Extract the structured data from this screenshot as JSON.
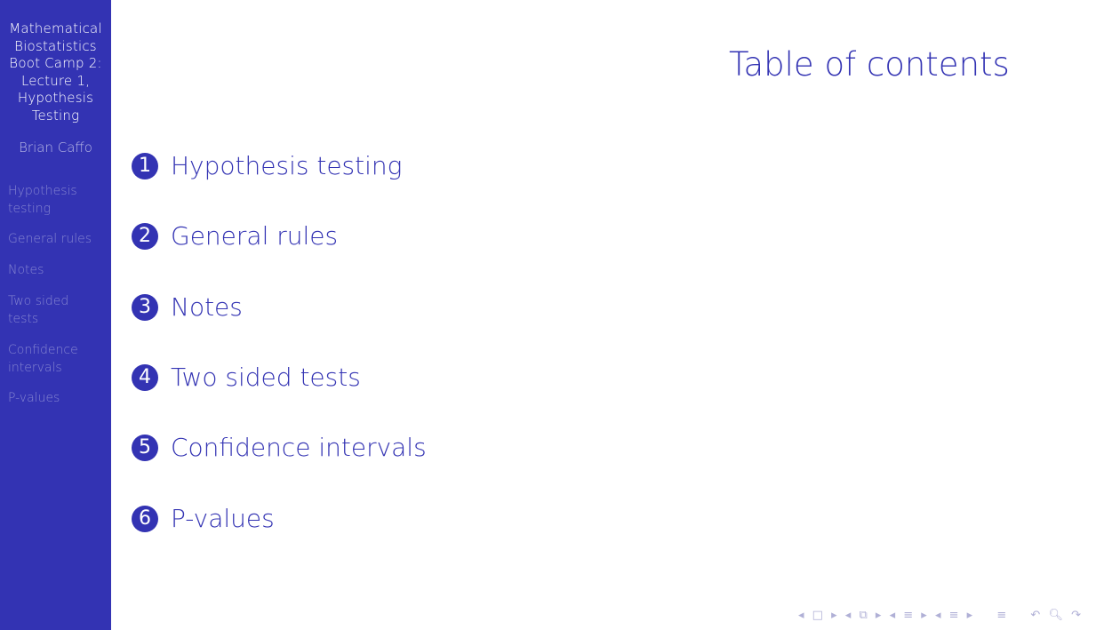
{
  "sidebar": {
    "title_lines": [
      "Mathematical",
      "Biostatistics",
      "Boot Camp 2:",
      "Lecture 1,",
      "Hypothesis",
      "Testing"
    ],
    "author": "Brian Caffo",
    "nav_items": [
      {
        "lines": [
          "Hypothesis",
          "testing"
        ]
      },
      {
        "lines": [
          "General rules"
        ]
      },
      {
        "lines": [
          "Notes"
        ]
      },
      {
        "lines": [
          "Two sided",
          "tests"
        ]
      },
      {
        "lines": [
          "Confidence",
          "intervals"
        ]
      },
      {
        "lines": [
          "P-values"
        ]
      }
    ]
  },
  "main": {
    "title": "Table of contents",
    "toc": [
      {
        "num": "1",
        "label": "Hypothesis testing"
      },
      {
        "num": "2",
        "label": "General rules"
      },
      {
        "num": "3",
        "label": "Notes"
      },
      {
        "num": "4",
        "label": "Two sided tests"
      },
      {
        "num": "5",
        "label": "Confidence intervals"
      },
      {
        "num": "6",
        "label": "P-values"
      }
    ]
  },
  "nav_controls": {
    "icons": [
      "prev-frame-icon",
      "frame-icon",
      "next-frame-icon",
      "prev-subsection-icon",
      "subsection-icon",
      "next-subsection-icon",
      "prev-section-icon",
      "section-icon",
      "next-section-icon",
      "prev-appendix-icon",
      "appendix-icon",
      "next-appendix-icon",
      "document-icon",
      "search-back-icon",
      "search-icon",
      "search-forward-icon"
    ],
    "glyphs": {
      "prev": "◂",
      "next": "▸",
      "frame": "□",
      "subsection": "⧉",
      "section": "≡",
      "document": "≡",
      "search_back": "↶",
      "search": "🔍︎",
      "search_forward": "↷"
    }
  },
  "colors": {
    "sidebar_bg": "#3333b3",
    "accent": "#3333b3",
    "sidebar_title": "#ffffff",
    "sidebar_muted": "#8585d1",
    "author": "#b8b8e6",
    "nav_controls": "#b0b0d6"
  }
}
